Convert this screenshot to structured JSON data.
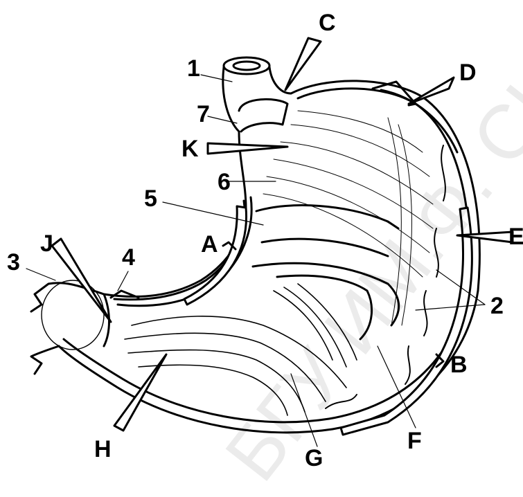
{
  "diagram": {
    "labels": {
      "n1": "1",
      "n2": "2",
      "n3": "3",
      "n4": "4",
      "n5": "5",
      "n6": "6",
      "n7": "7",
      "A": "A",
      "B": "B",
      "C": "C",
      "D": "D",
      "E": "E",
      "F": "F",
      "G": "G",
      "H": "H",
      "J": "J",
      "K": "K"
    },
    "watermark": "БГУ ИМ.Ф. СК"
  },
  "colors": {
    "ink": "#000000",
    "paper": "#ffffff"
  }
}
